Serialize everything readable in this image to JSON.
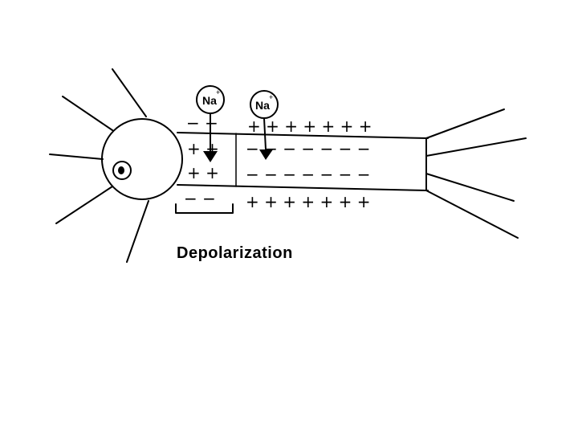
{
  "caption": "Depolarization",
  "ions": [
    {
      "symbol": "Na",
      "charge": "+"
    },
    {
      "symbol": "Na",
      "charge": "+"
    }
  ],
  "signs": {
    "depolarized_outer": "− −",
    "depolarized_inner_top": "+ +",
    "depolarized_inner_bottom": "+ +",
    "depolarized_below": "− −",
    "resting_outer_top": "+ + + + + + +",
    "resting_inner_top": "− − − − − − −",
    "resting_inner_bottom": "− − − − − − −",
    "resting_outer_bottom": "+ + + + + + +"
  }
}
